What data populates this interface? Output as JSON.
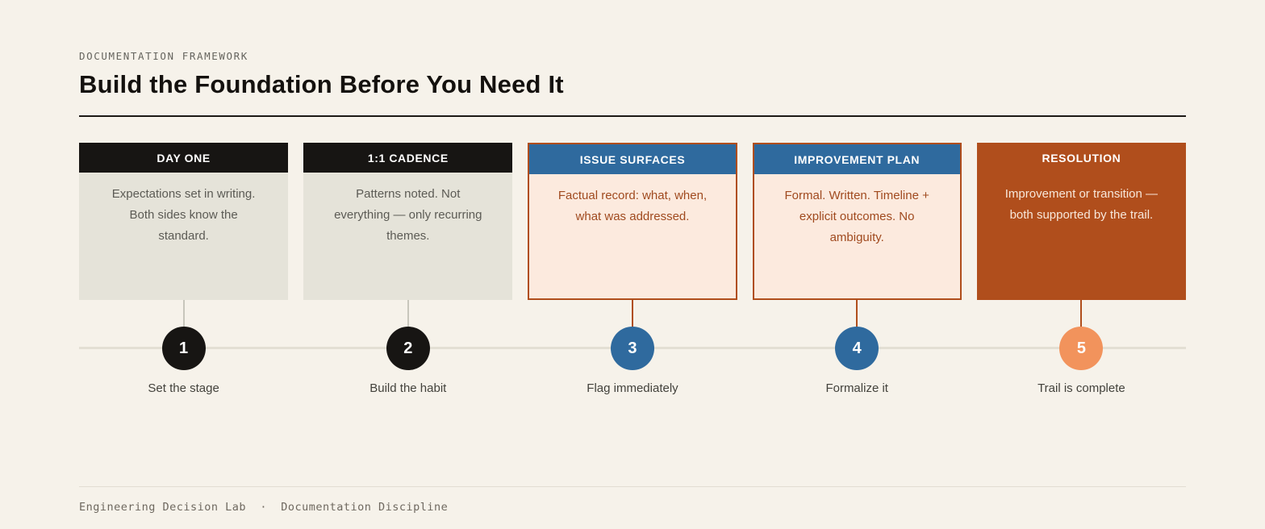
{
  "page": {
    "eyebrow": "DOCUMENTATION FRAMEWORK",
    "title": "Build the Foundation Before You Need It",
    "footer": "Engineering Decision Lab  ·  Documentation Discipline"
  },
  "colors": {
    "background": "#f6f2ea",
    "ink": "#14110e",
    "dark_header": "#171513",
    "neutral_panel": "#e5e3d9",
    "neutral_text": "#5c5b55",
    "blue_header": "#2f6a9e",
    "peach_panel": "#fceade",
    "rust": "#b04e1c",
    "rust_text": "#a04a1f",
    "circle_orange": "#f2935c",
    "timeline_line": "#e3dfd4"
  },
  "steps": [
    {
      "number": "1",
      "header": "DAY ONE",
      "body": "Expectations set in writing. Both sides know the standard.",
      "label": "Set the stage"
    },
    {
      "number": "2",
      "header": "1:1 CADENCE",
      "body": "Patterns noted. Not everything — only recurring themes.",
      "label": "Build the habit"
    },
    {
      "number": "3",
      "header": "ISSUE SURFACES",
      "body": "Factual record: what, when, what was addressed.",
      "label": "Flag immediately"
    },
    {
      "number": "4",
      "header": "IMPROVEMENT PLAN",
      "body": "Formal. Written. Timeline + explicit outcomes. No ambiguity.",
      "label": "Formalize it"
    },
    {
      "number": "5",
      "header": "RESOLUTION",
      "body": "Improvement or transition — both supported by the trail.",
      "label": "Trail is complete"
    }
  ]
}
